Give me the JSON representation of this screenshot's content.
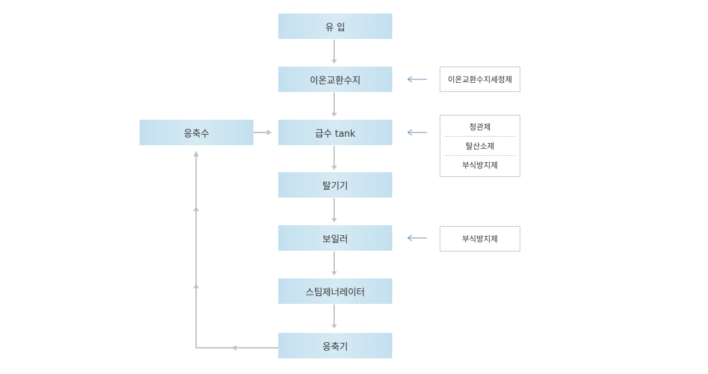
{
  "flow": {
    "steps": [
      "유 입",
      "이온교환수지",
      "급수 tank",
      "탈기기",
      "보일러",
      "스팀제너레이터",
      "응축기"
    ],
    "condensate": "응축수"
  },
  "chemicals": {
    "resin_cleaner": "이온교환수지세정제",
    "feed_tank": [
      "청관제",
      "탈산소제",
      "부식방지제"
    ],
    "boiler": "부식방지제"
  },
  "colors": {
    "box_fill": "#c8e3f1",
    "connector": "#c4c4c4",
    "chemical_arrow": "#6a8fb0"
  }
}
